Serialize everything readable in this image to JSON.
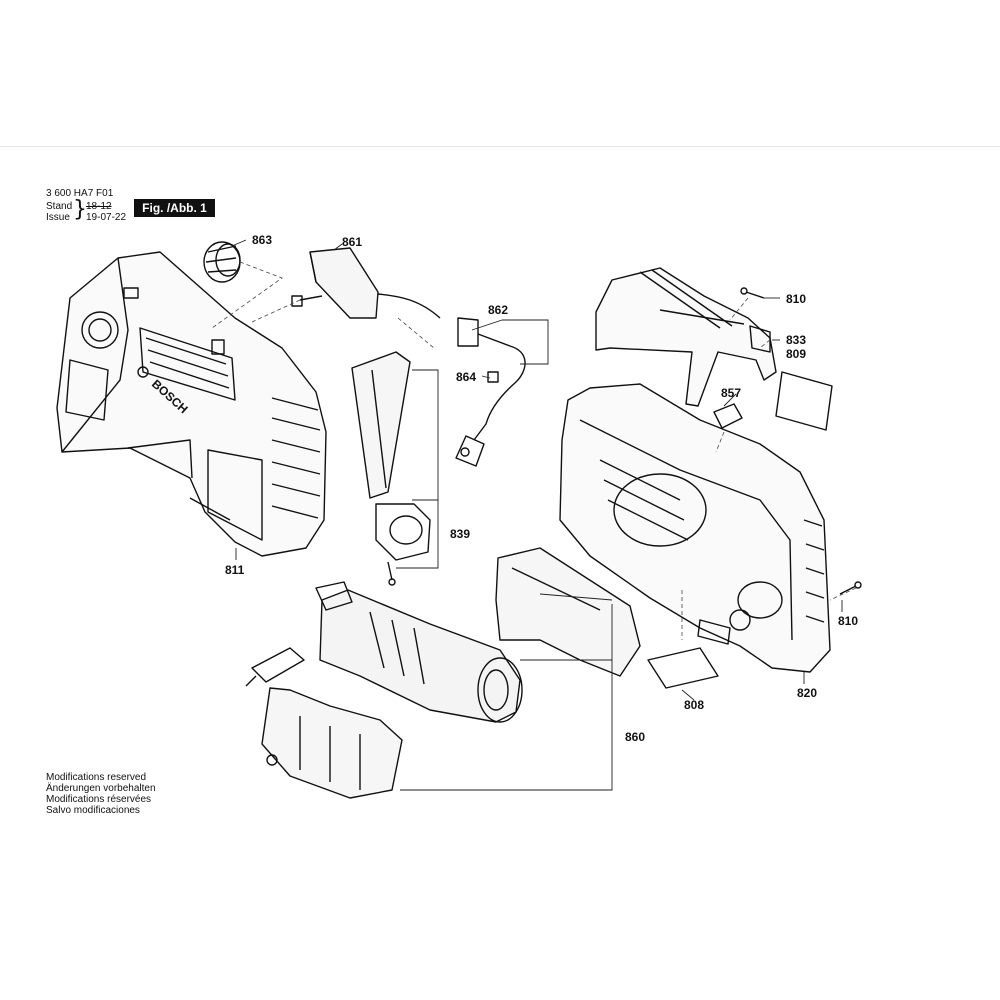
{
  "header": {
    "doc_number": "3 600 HA7 F01",
    "stand_label": "Stand",
    "issue_label": "Issue",
    "stand_value": "18-12",
    "issue_value": "19-07-22",
    "figure_label": "Fig. /Abb. 1",
    "brand_on_part": "BOSCH"
  },
  "parts": {
    "p863": "863",
    "p861": "861",
    "p862": "862",
    "p864": "864",
    "p810a": "810",
    "p833": "833",
    "p809": "809",
    "p857": "857",
    "p811": "811",
    "p839": "839",
    "p810b": "810",
    "p820": "820",
    "p808": "808",
    "p860": "860"
  },
  "footer": {
    "line1": "Modifications reserved",
    "line2": "Änderungen vorbehalten",
    "line3": "Modifications réservées",
    "line4": "Salvo modificaciones"
  }
}
